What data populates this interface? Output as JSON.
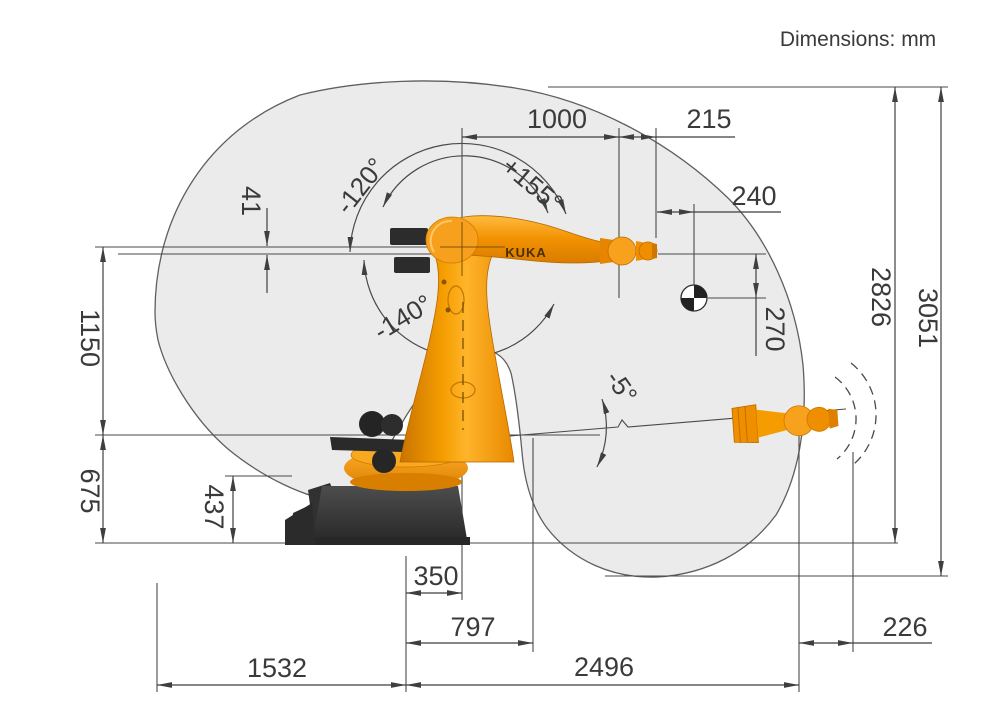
{
  "note": "Dimensions: mm",
  "logo": "KUKA",
  "dims": {
    "d41": "41",
    "d1150": "1150",
    "d675": "675",
    "d437": "437",
    "d350": "350",
    "d797": "797",
    "d1532": "1532",
    "d2496": "2496",
    "d226": "226",
    "d1000": "1000",
    "d215": "215",
    "d240": "240",
    "d270": "270",
    "d2826": "2826",
    "d3051": "3051"
  },
  "angles": {
    "a120": "-120°",
    "a155": "+155°",
    "a140": "-140°",
    "a5": "-5°"
  },
  "colors": {
    "kuka_orange": "#f59c00",
    "envelope_gray": "#ebebeb",
    "line": "#4a4a4a",
    "dark": "#2e2e2e"
  }
}
